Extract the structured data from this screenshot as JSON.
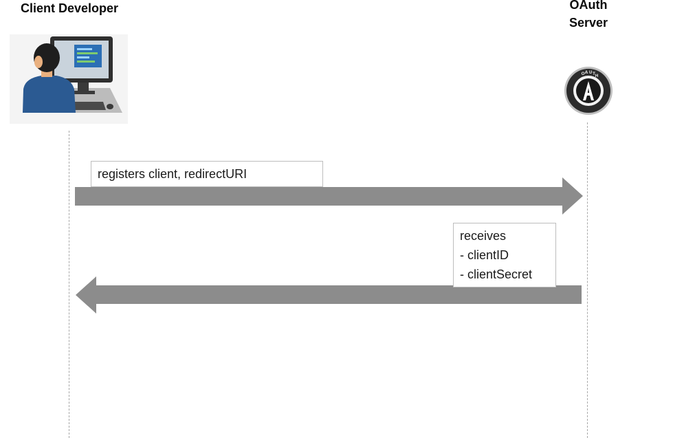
{
  "actors": {
    "client": {
      "title": "Client Developer",
      "icon": "developer-at-computer-icon"
    },
    "server": {
      "title_line1": "OAuth",
      "title_line2": "Server",
      "icon": "oauth-logo-icon"
    }
  },
  "messages": [
    {
      "direction": "client-to-server",
      "lines": [
        "registers client, redirectURI"
      ]
    },
    {
      "direction": "server-to-client",
      "lines": [
        "receives",
        "- clientID",
        "- clientSecret"
      ]
    }
  ],
  "colors": {
    "arrow": "#8c8c8c",
    "lifeline": "#a8a8a8",
    "box_border": "#bdbdbd"
  }
}
